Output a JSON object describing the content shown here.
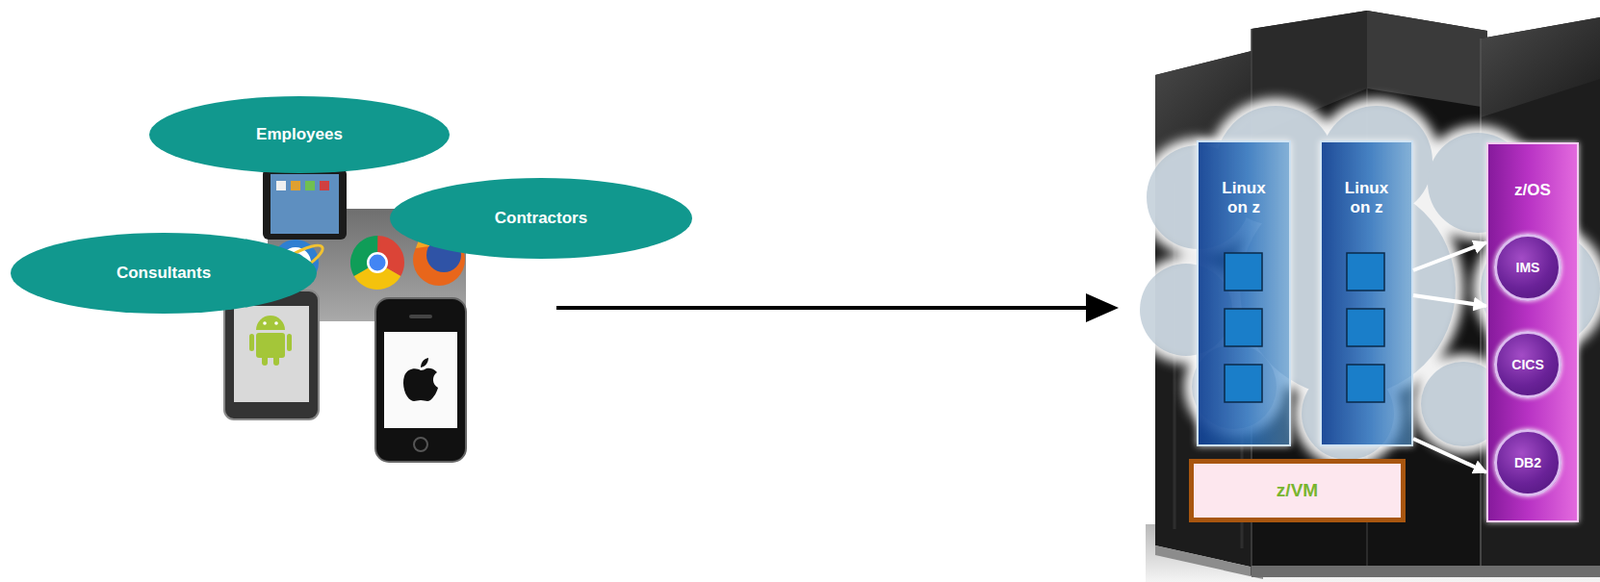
{
  "diagram": {
    "nodes": [
      {
        "text": [
          "Employees"
        ]
      },
      {
        "text": [
          "Contractors"
        ]
      },
      {
        "text": [
          "Consultants"
        ]
      },
      {
        "text": [
          "Linux on z"
        ]
      },
      {
        "text": [
          "Linux on z"
        ]
      },
      {
        "text": [
          "z/OS"
        ]
      },
      {
        "text": [
          "IMS"
        ],
        "in": 5
      },
      {
        "text": [
          "CICS"
        ],
        "in": 5
      },
      {
        "text": [
          "DB2"
        ],
        "in": 5
      },
      {
        "text": [
          "z/VM"
        ]
      }
    ],
    "edges": [
      {
        "from": 4,
        "to": 5,
        "arrow": "to"
      },
      {
        "from": 4,
        "to": 5,
        "arrow": "to"
      },
      {
        "from": 4,
        "to": 5,
        "arrow": "to"
      }
    ]
  }
}
